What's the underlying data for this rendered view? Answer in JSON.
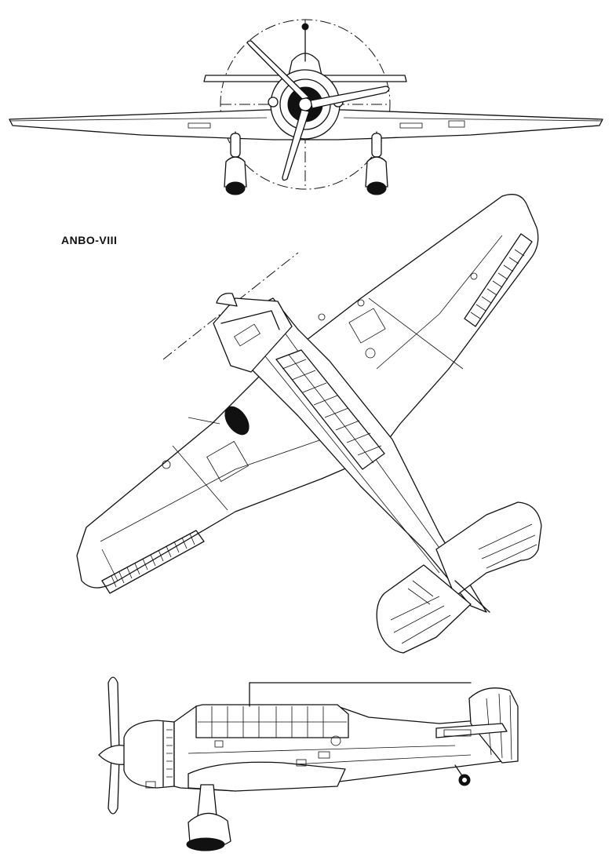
{
  "drawing": {
    "label": "ANBO-VIII",
    "views": [
      "front-view",
      "top-view",
      "side-view"
    ]
  }
}
